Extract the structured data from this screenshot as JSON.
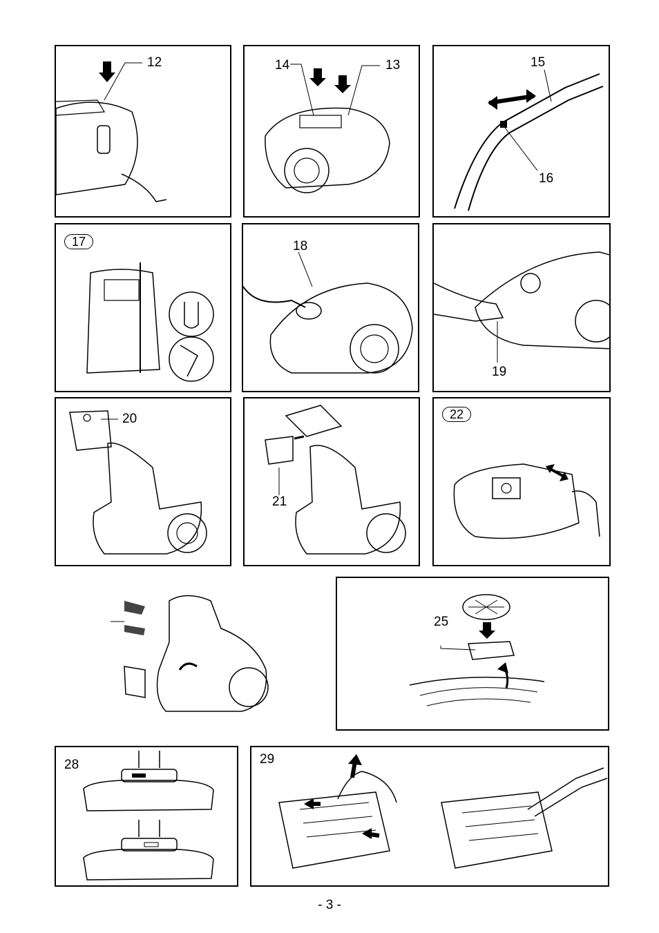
{
  "panels": {
    "p12": {
      "label": "12"
    },
    "p13_14": {
      "label_a": "14",
      "label_b": "13"
    },
    "p15_16": {
      "label_a": "15",
      "label_b": "16"
    },
    "p17": {
      "label": "17"
    },
    "p18": {
      "label": "18"
    },
    "p19": {
      "label": "19"
    },
    "p20": {
      "label": "20"
    },
    "p21": {
      "label": "21"
    },
    "p22": {
      "label": "22"
    },
    "p25": {
      "label": "25"
    },
    "p28": {
      "label": "28"
    },
    "p29": {
      "label": "29"
    }
  },
  "footer": {
    "page_number": "- 3 -"
  }
}
